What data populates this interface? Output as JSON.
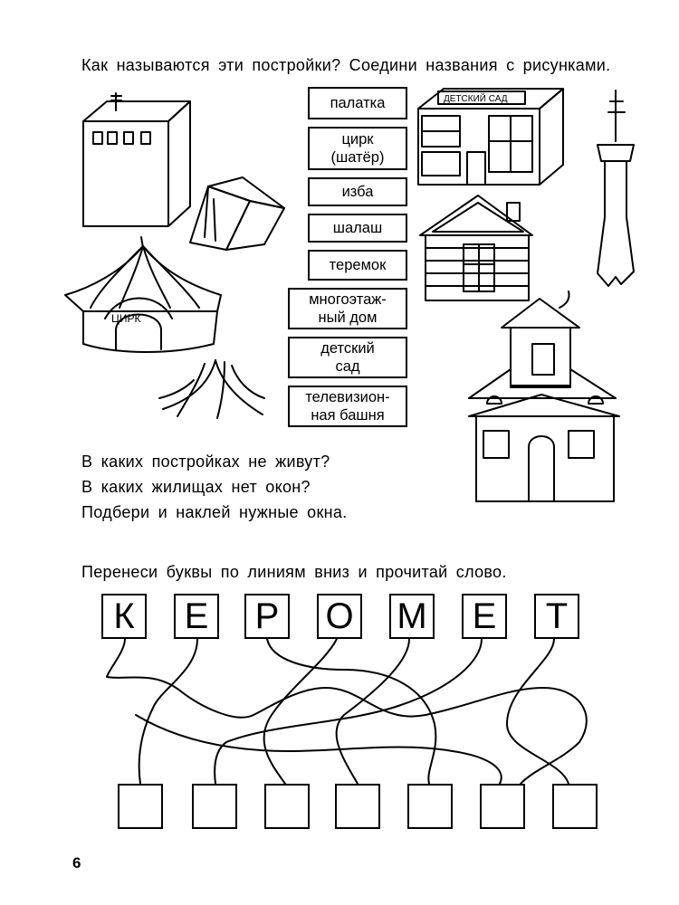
{
  "task1": {
    "question": "Как называются эти постройки? Соедини названия с рисунками.",
    "names": [
      "палатка",
      "цирк\n(шатёр)",
      "изба",
      "шалаш",
      "теремок",
      "многоэтаж-\nный дом",
      "детский\nсад",
      "телевизион-\nная башня"
    ],
    "picture_labels": {
      "kindergarten_sign": "ДЕТСКИЙ САД",
      "circus_sign": "ЦИРК"
    }
  },
  "task2": {
    "questions": [
      "В каких постройках не живут?",
      "В каких жилищах нет окон?",
      "Подбери и наклей нужные окна."
    ]
  },
  "task3": {
    "instruction": "Перенеси буквы по линиям вниз и прочитай слово.",
    "letters": [
      "К",
      "Е",
      "Р",
      "О",
      "М",
      "Е",
      "Т"
    ]
  },
  "page_number": "6"
}
